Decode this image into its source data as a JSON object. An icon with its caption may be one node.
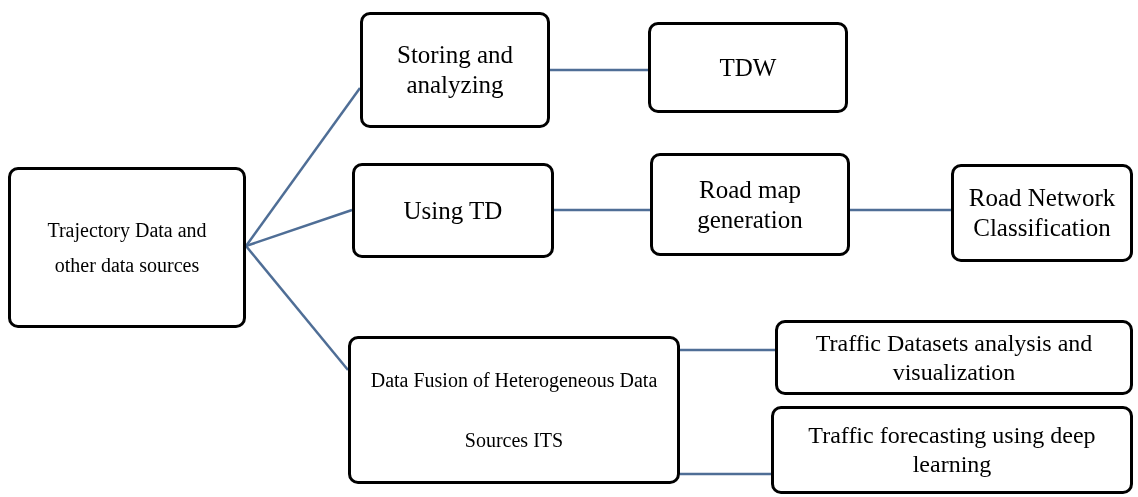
{
  "diagram": {
    "nodes": [
      {
        "text": [
          "Trajectory Data and other data sources"
        ]
      },
      {
        "text": [
          "Storing and analyzing"
        ]
      },
      {
        "text": [
          "TDW"
        ]
      },
      {
        "text": [
          "Using TD"
        ]
      },
      {
        "text": [
          "Road map generation"
        ]
      },
      {
        "text": [
          "Road Network Classification"
        ]
      },
      {
        "text": [
          "Data Fusion of Heterogeneous Data Sources ITS"
        ]
      },
      {
        "text": [
          "Traffic Datasets analysis and visualization"
        ]
      },
      {
        "text": [
          "Traffic forecasting using deep learning"
        ]
      }
    ],
    "edges": [
      {
        "from": 0,
        "to": 1,
        "arrow": "none"
      },
      {
        "from": 0,
        "to": 3,
        "arrow": "none"
      },
      {
        "from": 0,
        "to": 6,
        "arrow": "none"
      },
      {
        "from": 1,
        "to": 2,
        "arrow": "none"
      },
      {
        "from": 3,
        "to": 4,
        "arrow": "none"
      },
      {
        "from": 4,
        "to": 5,
        "arrow": "none"
      },
      {
        "from": 6,
        "to": 7,
        "arrow": "none"
      },
      {
        "from": 6,
        "to": 8,
        "arrow": "none"
      }
    ]
  }
}
